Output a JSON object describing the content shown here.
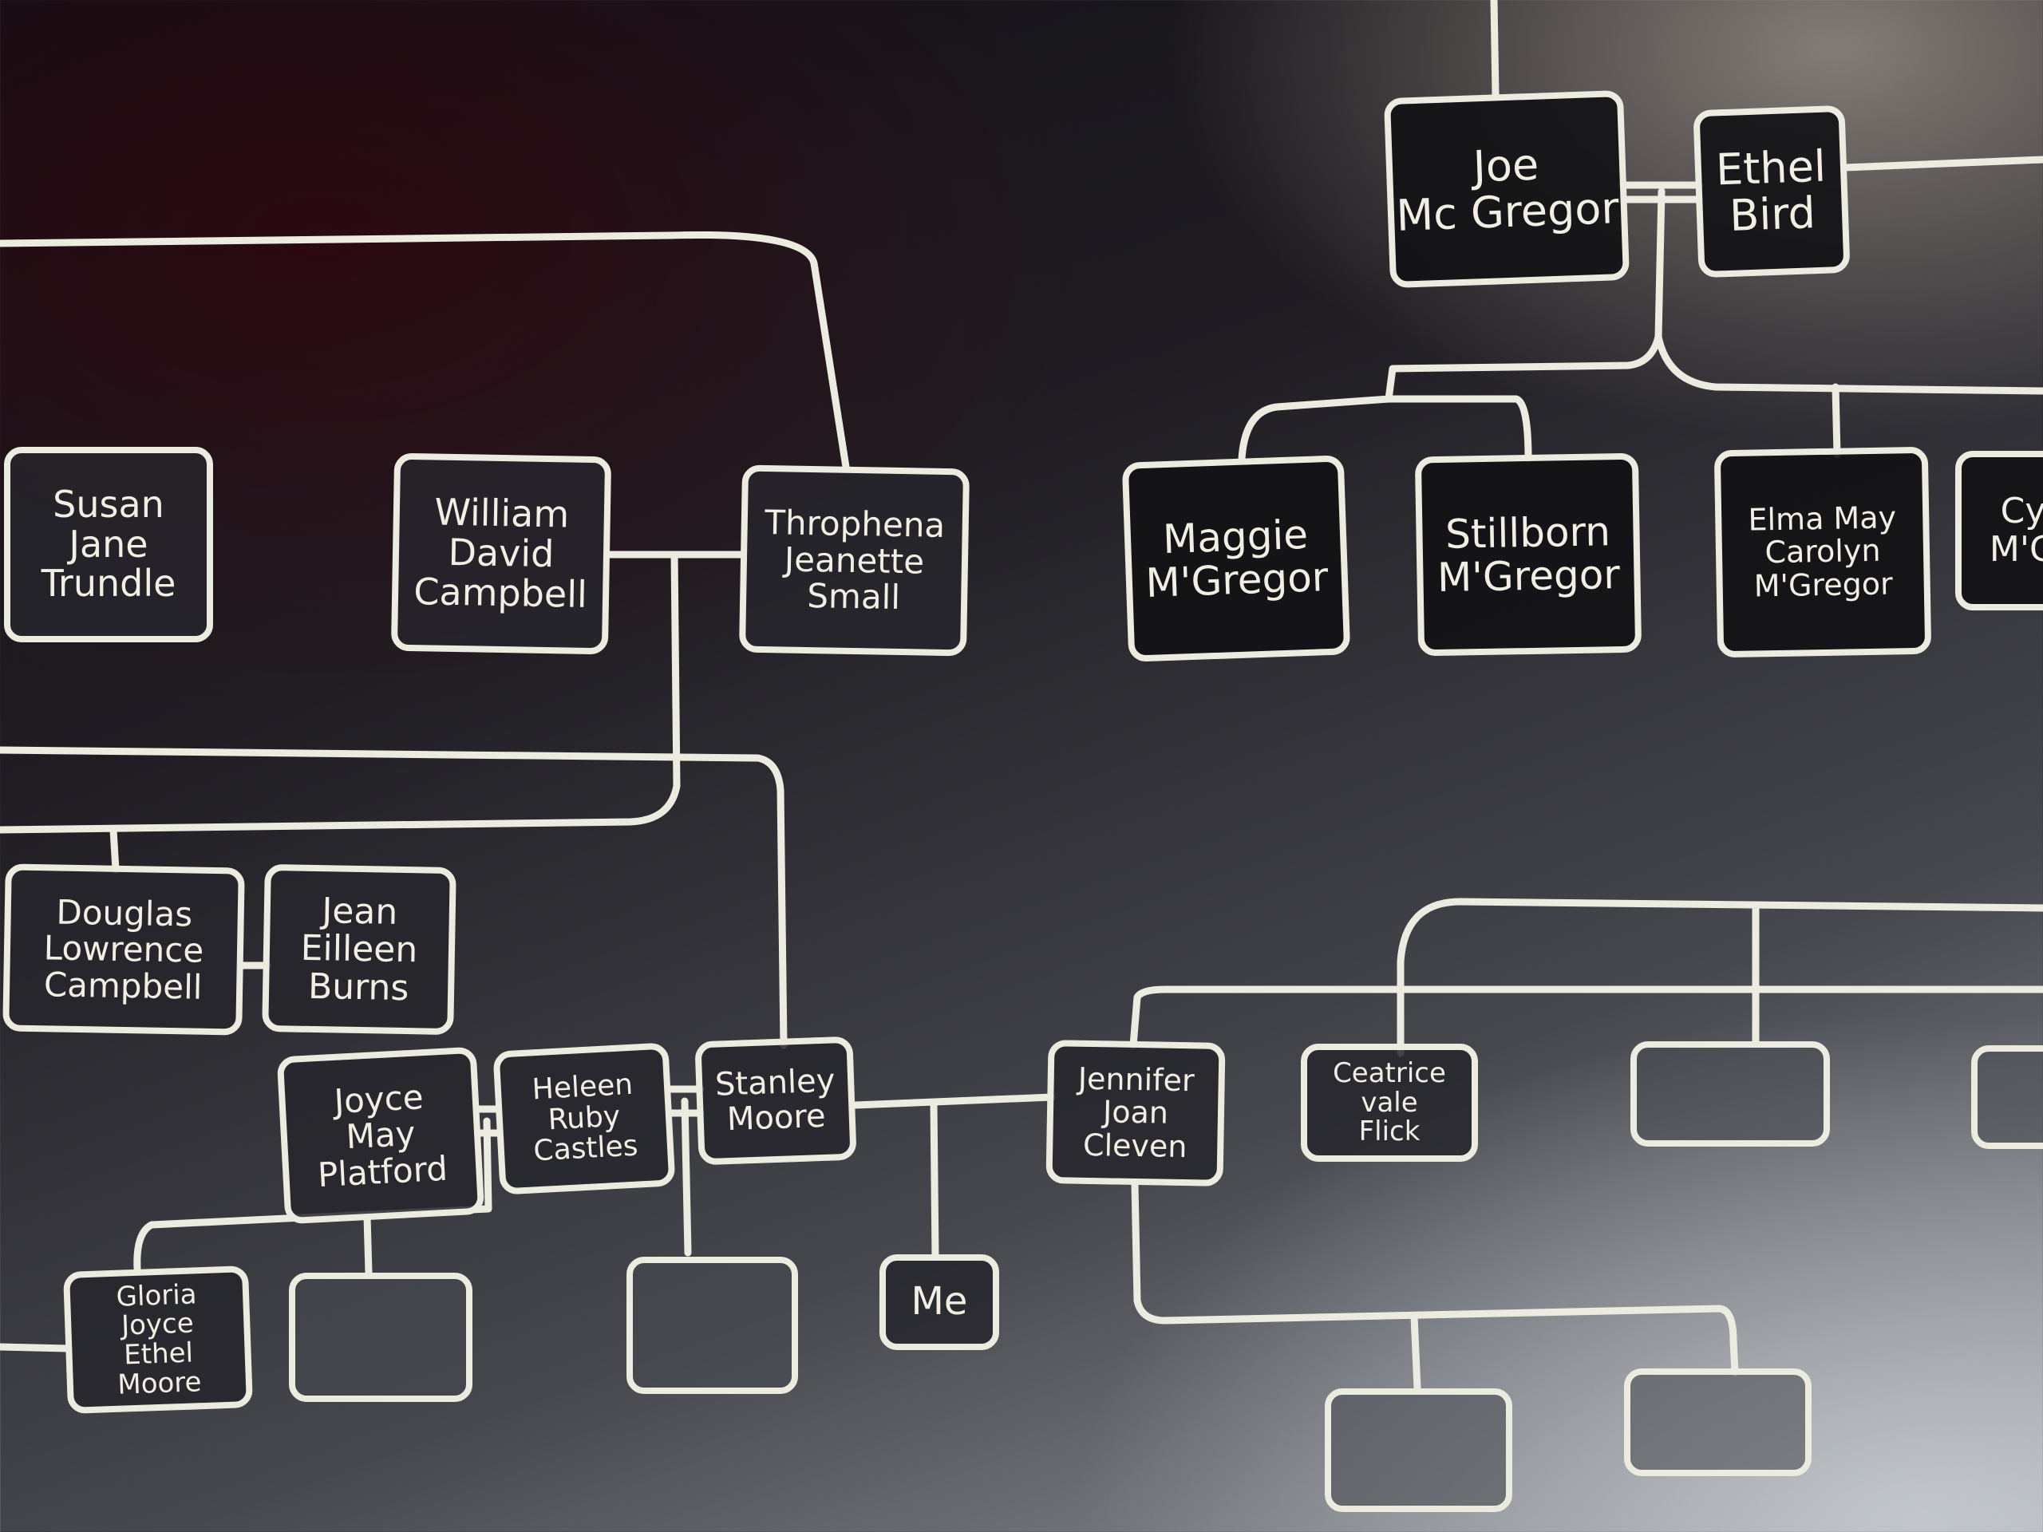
{
  "people": {
    "joe": "Joe\nMc Gregor",
    "ethel": "Ethel\nBird",
    "susan": "Susan\nJane\nTrundle",
    "william": "William\nDavid\nCampbell",
    "throphena": "Throphena\nJeanette\nSmall",
    "maggie": "Maggie\nM'Gregor",
    "stillborn": "Stillborn\nM'Gregor",
    "elma": "Elma May\nCarolyn\nM'Gregor",
    "cy": "Cy\nM'G",
    "douglas": "Douglas\nLowrence\nCampbell",
    "jean": "Jean\nEilleen\nBurns",
    "joyce": "Joyce\nMay\nPlatford",
    "heleen": "Heleen\nRuby\nCastles",
    "stanley": "Stanley\nMoore",
    "jennifer": "Jennifer\nJoan\nCleven",
    "beatrice": "Ceatrice\nvale\nFlick",
    "gloria": "Gloria\nJoyce\nEthel\nMoore",
    "me": "Me"
  }
}
